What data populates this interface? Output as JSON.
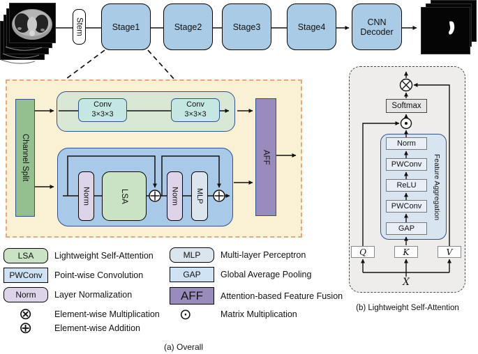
{
  "colors": {
    "stage-fill": "#aacbe5",
    "blue-border": "#2f528f",
    "yellow-fill": "#faf0d3",
    "yellow-border": "#eaa77e",
    "green-fill": "#94c08f",
    "conv-wrap-fill": "#d9e8d5",
    "conv-fill": "#c5e7e3",
    "trans-fill": "#a9c9e8",
    "norm-fill": "#ded4ea",
    "lsa-fill": "#c9e3c4",
    "mlp-fill": "#dbe5ee",
    "aff-fill": "#9a8bbd",
    "panel-fill": "#eeedeb",
    "panel-border": "#4a4a4a",
    "fa-fill": "#d9e4f1",
    "inner-fill": "#e9eff7",
    "softmax-fill": "#e6e6e6",
    "qkv-fill": "#fdfdfd",
    "legend-blue": "#cfe2f3"
  },
  "pipeline": {
    "stem": "Stem",
    "stages": [
      "Stage1",
      "Stage2",
      "Stage3",
      "Stage4"
    ],
    "decoder": "CNN Decoder"
  },
  "overall": {
    "channel_split": "Channel Split",
    "conv_line1": "Conv",
    "conv_line2": "3×3×3",
    "norm1": "Norm",
    "lsa": "LSA",
    "norm2": "Norm",
    "mlp": "MLP",
    "aff": "AFF",
    "caption": "(a) Overall"
  },
  "lsa_panel": {
    "softmax": "Softmax",
    "stack": [
      "Norm",
      "PWConv",
      "ReLU",
      "PWConv",
      "GAP"
    ],
    "feature_aggregation": "Feature Aggregation",
    "q": "Q",
    "k": "K",
    "v": "V",
    "x": "X",
    "caption": "(b) Lightweight Self-Attention"
  },
  "legend": {
    "left": [
      {
        "key": "LSA",
        "desc": "Lightweight Self-Attention"
      },
      {
        "key": "PWConv",
        "desc": "Point-wise Convolution"
      },
      {
        "key": "Norm",
        "desc": "Layer Normalization"
      },
      {
        "key": "⊗",
        "desc": "Element-wise Multiplication"
      },
      {
        "key": "⊕",
        "desc": "Element-wise Addition"
      }
    ],
    "right": [
      {
        "key": "MLP",
        "desc": "Multi-layer Perceptron"
      },
      {
        "key": "GAP",
        "desc": "Global Average Pooling"
      },
      {
        "key": "AFF",
        "desc": "Attention-based Feature Fusion"
      },
      {
        "key": "⊙",
        "desc": "Matrix Multiplication"
      }
    ]
  }
}
